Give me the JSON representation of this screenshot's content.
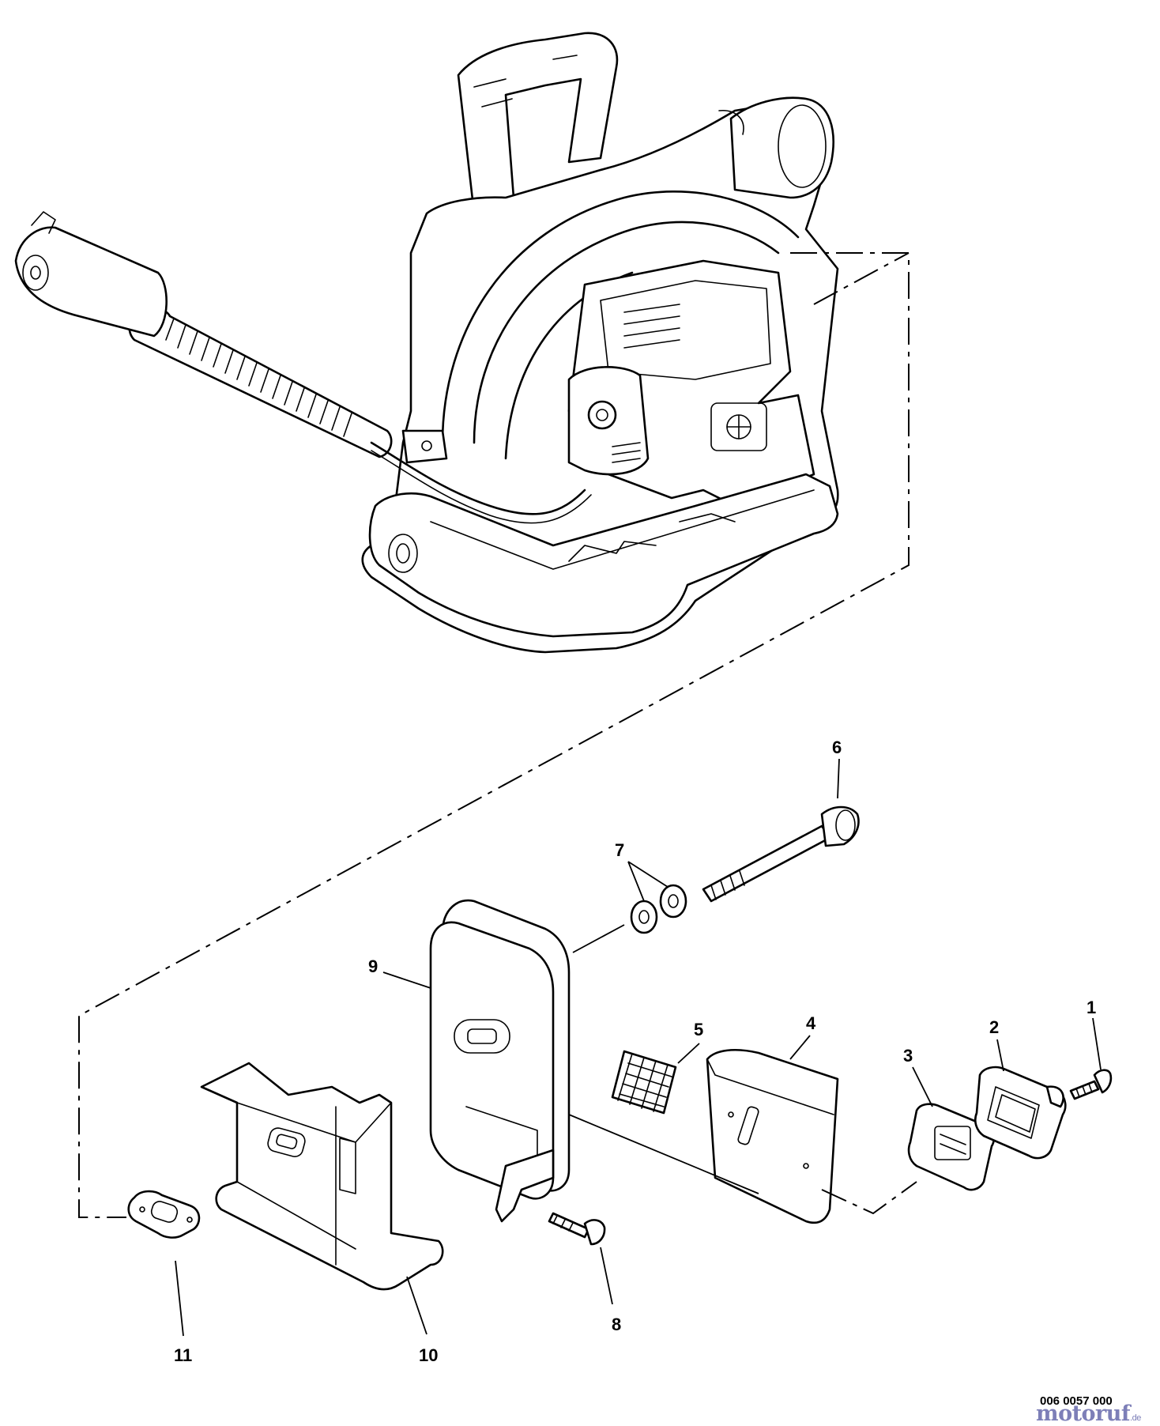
{
  "diagram": {
    "callouts": [
      {
        "id": "c1",
        "label": "1"
      },
      {
        "id": "c2",
        "label": "2"
      },
      {
        "id": "c3",
        "label": "3"
      },
      {
        "id": "c4",
        "label": "4"
      },
      {
        "id": "c5",
        "label": "5"
      },
      {
        "id": "c6",
        "label": "6"
      },
      {
        "id": "c7",
        "label": "7"
      },
      {
        "id": "c8",
        "label": "8"
      },
      {
        "id": "c9",
        "label": "9"
      },
      {
        "id": "c10",
        "label": "10"
      },
      {
        "id": "c11",
        "label": "11"
      }
    ],
    "drawing_code": "006 0057 000",
    "watermark": {
      "brand": "motoruf",
      "tld": ".de"
    }
  }
}
